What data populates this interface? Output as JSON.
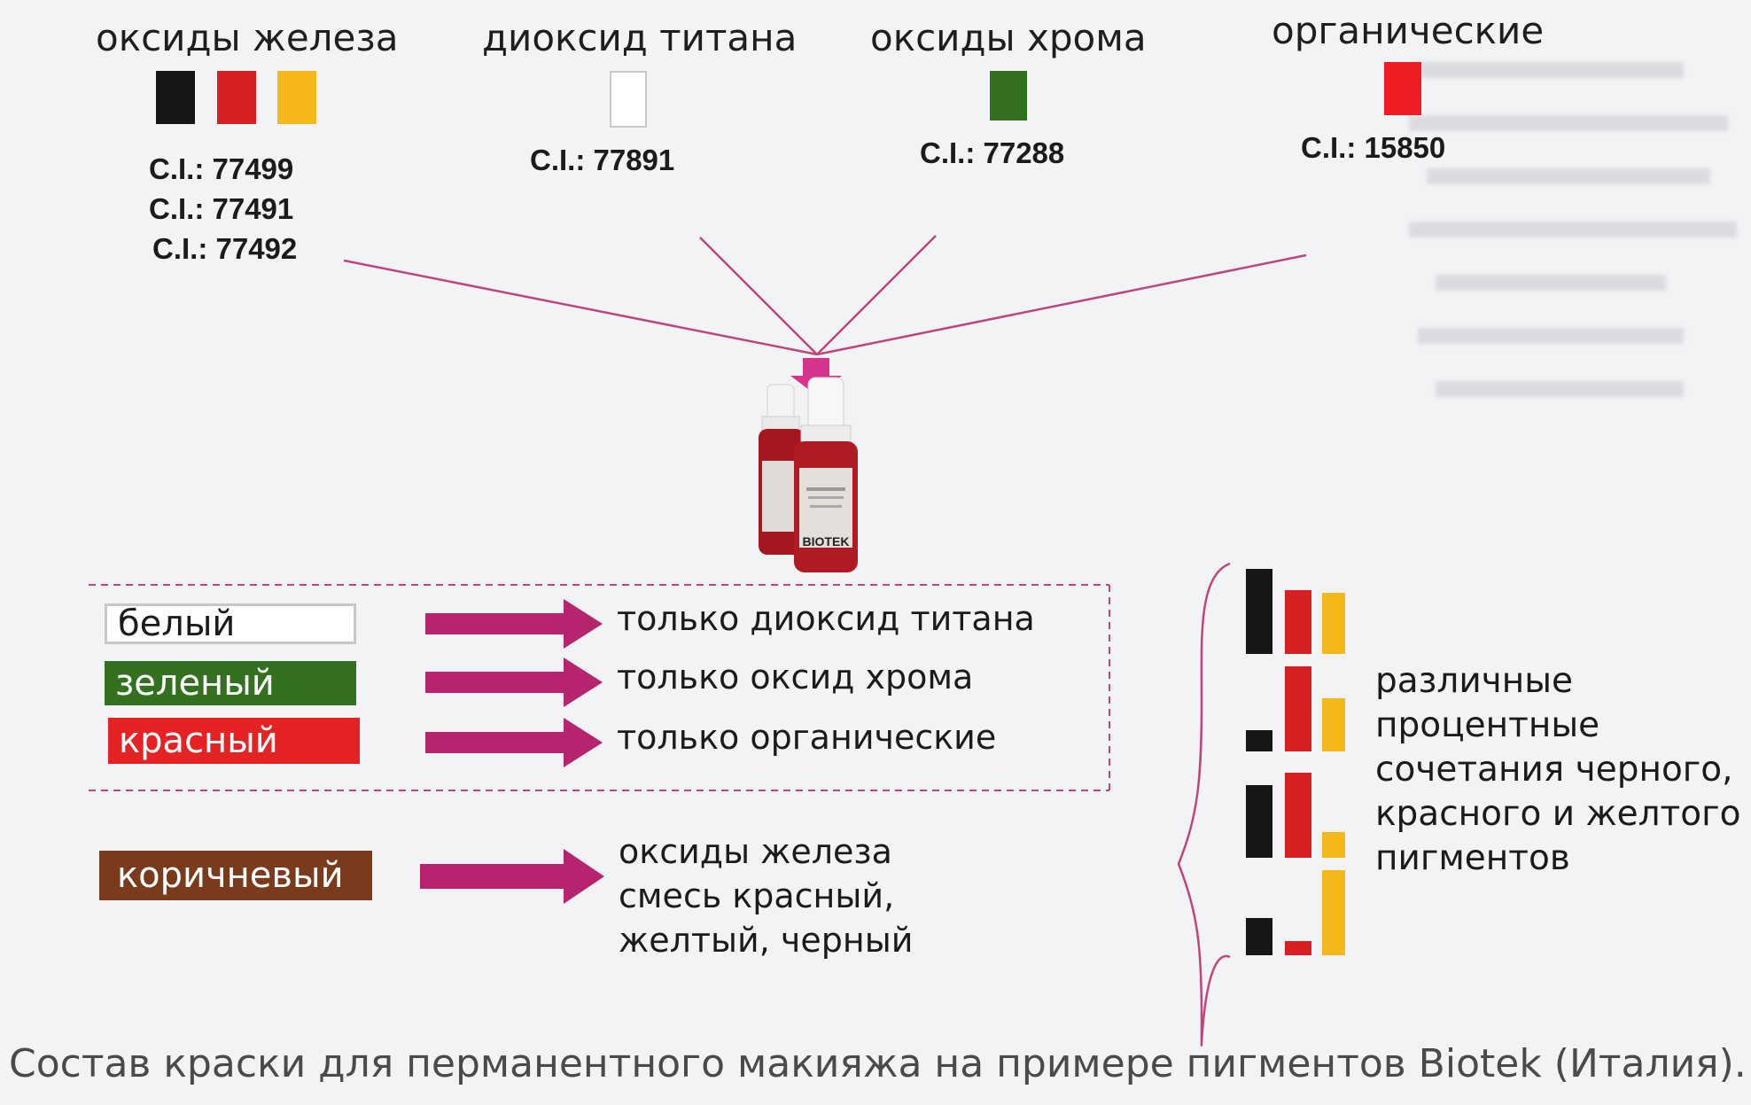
{
  "groups": [
    {
      "title": "оксиды железа",
      "ci": [
        "C.I.: 77499",
        "C.I.: 77491",
        "C.I.: 77492"
      ],
      "swatches": [
        "#161616",
        "#d62024",
        "#f6b71a"
      ]
    },
    {
      "title": "диоксид титана",
      "ci": [
        "C.I.: 77891"
      ],
      "swatches": [
        "#ffffff"
      ]
    },
    {
      "title": "оксиды хрома",
      "ci": [
        "C.I.: 77288"
      ],
      "swatches": [
        "#33701f"
      ]
    },
    {
      "title": "органические",
      "ci": [
        "C.I.: 15850"
      ],
      "swatches": [
        "#ee1c25"
      ]
    }
  ],
  "product": {
    "icon": "ink-bottles-icon",
    "brand": "BIOTEK"
  },
  "rows": [
    {
      "label": "белый",
      "bg": "#ffffff",
      "fg": "#1b1b1b",
      "text": "только диоксид титана"
    },
    {
      "label": "зеленый",
      "bg": "#33701f",
      "fg": "#ffffff",
      "text": "только оксид хрома"
    },
    {
      "label": "красный",
      "bg": "#e52325",
      "fg": "#ffffff",
      "text": "только органические"
    }
  ],
  "brown": {
    "label": "коричневый",
    "bg": "#7a3a1c",
    "fg": "#ffffff",
    "lines": [
      "оксиды железа",
      "смесь красный,",
      "желтый, черный"
    ]
  },
  "mix_bars": [
    {
      "black": 1.0,
      "red": 0.75,
      "yellow": 0.72
    },
    {
      "black": 0.25,
      "red": 1.0,
      "yellow": 0.62
    },
    {
      "black": 0.85,
      "red": 1.0,
      "yellow": 0.3
    },
    {
      "black": 0.44,
      "red": 0.17,
      "yellow": 1.0
    }
  ],
  "mix_text": [
    "различные",
    "процентные",
    "сочетания черного,",
    "красного и желтого",
    "пигментов"
  ],
  "colors": {
    "black": "#161616",
    "red": "#d62024",
    "yellow": "#f6b71a",
    "accent": "#b7246e",
    "line": "#c0457f"
  },
  "caption": "Состав краски для перманентного макияжа на примере пигментов Biotek (Италия)."
}
